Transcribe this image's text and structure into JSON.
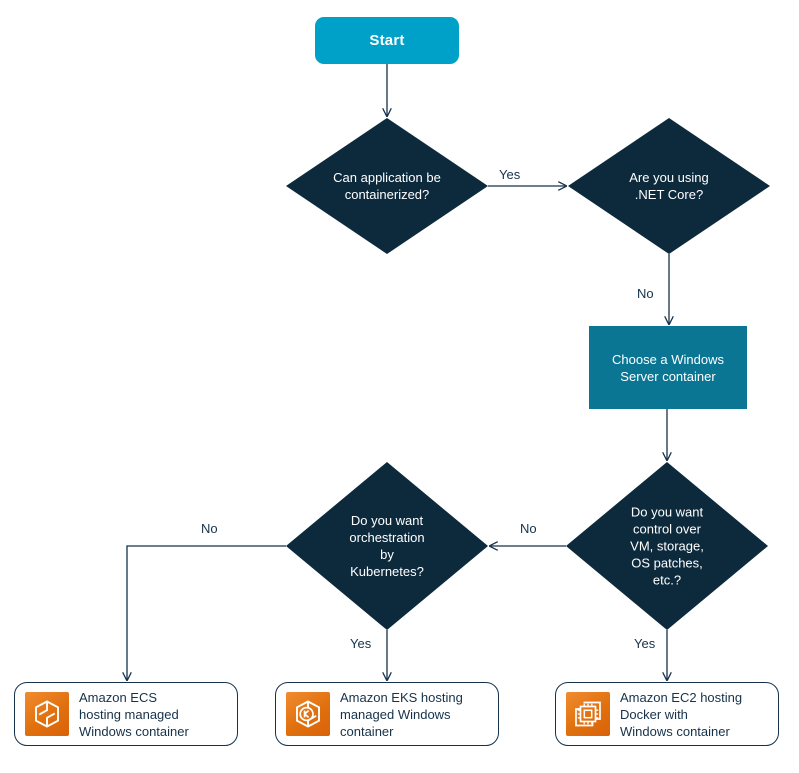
{
  "diagram": {
    "title": "Windows container hosting decision flowchart",
    "colors": {
      "start_fill": "#00a1c9",
      "decision_fill": "#0d2a3d",
      "process_fill": "#0a7693",
      "edge_stroke": "#16324a",
      "text_dark": "#16324a",
      "icon_orange": "#e0700e"
    },
    "start": {
      "label": "Start"
    },
    "decisions": [
      {
        "id": "containerize",
        "text": "Can application be\ncontainerized?"
      },
      {
        "id": "netcore",
        "text": "Are you using\n.NET Core?"
      },
      {
        "id": "control",
        "text": "Do you want\ncontrol over\nVM, storage,\nOS patches,\netc.?"
      },
      {
        "id": "kubernetes",
        "text": "Do you want\norchestration\nby\nKubernetes?"
      }
    ],
    "process": {
      "id": "windows-server-container",
      "text": "Choose a Windows\nServer container"
    },
    "results": [
      {
        "id": "ecs",
        "icon": "amazon-ecs-icon",
        "text": "Amazon ECS\nhosting managed\nWindows container"
      },
      {
        "id": "eks",
        "icon": "amazon-eks-icon",
        "text": "Amazon EKS hosting\nmanaged Windows\ncontainer"
      },
      {
        "id": "ec2",
        "icon": "amazon-ec2-icon",
        "text": "Amazon EC2 hosting\nDocker with\nWindows container"
      }
    ],
    "edge_labels": {
      "containerize_yes": "Yes",
      "netcore_no": "No",
      "control_no": "No",
      "kubernetes_no": "No",
      "kubernetes_yes": "Yes",
      "control_yes": "Yes"
    }
  }
}
